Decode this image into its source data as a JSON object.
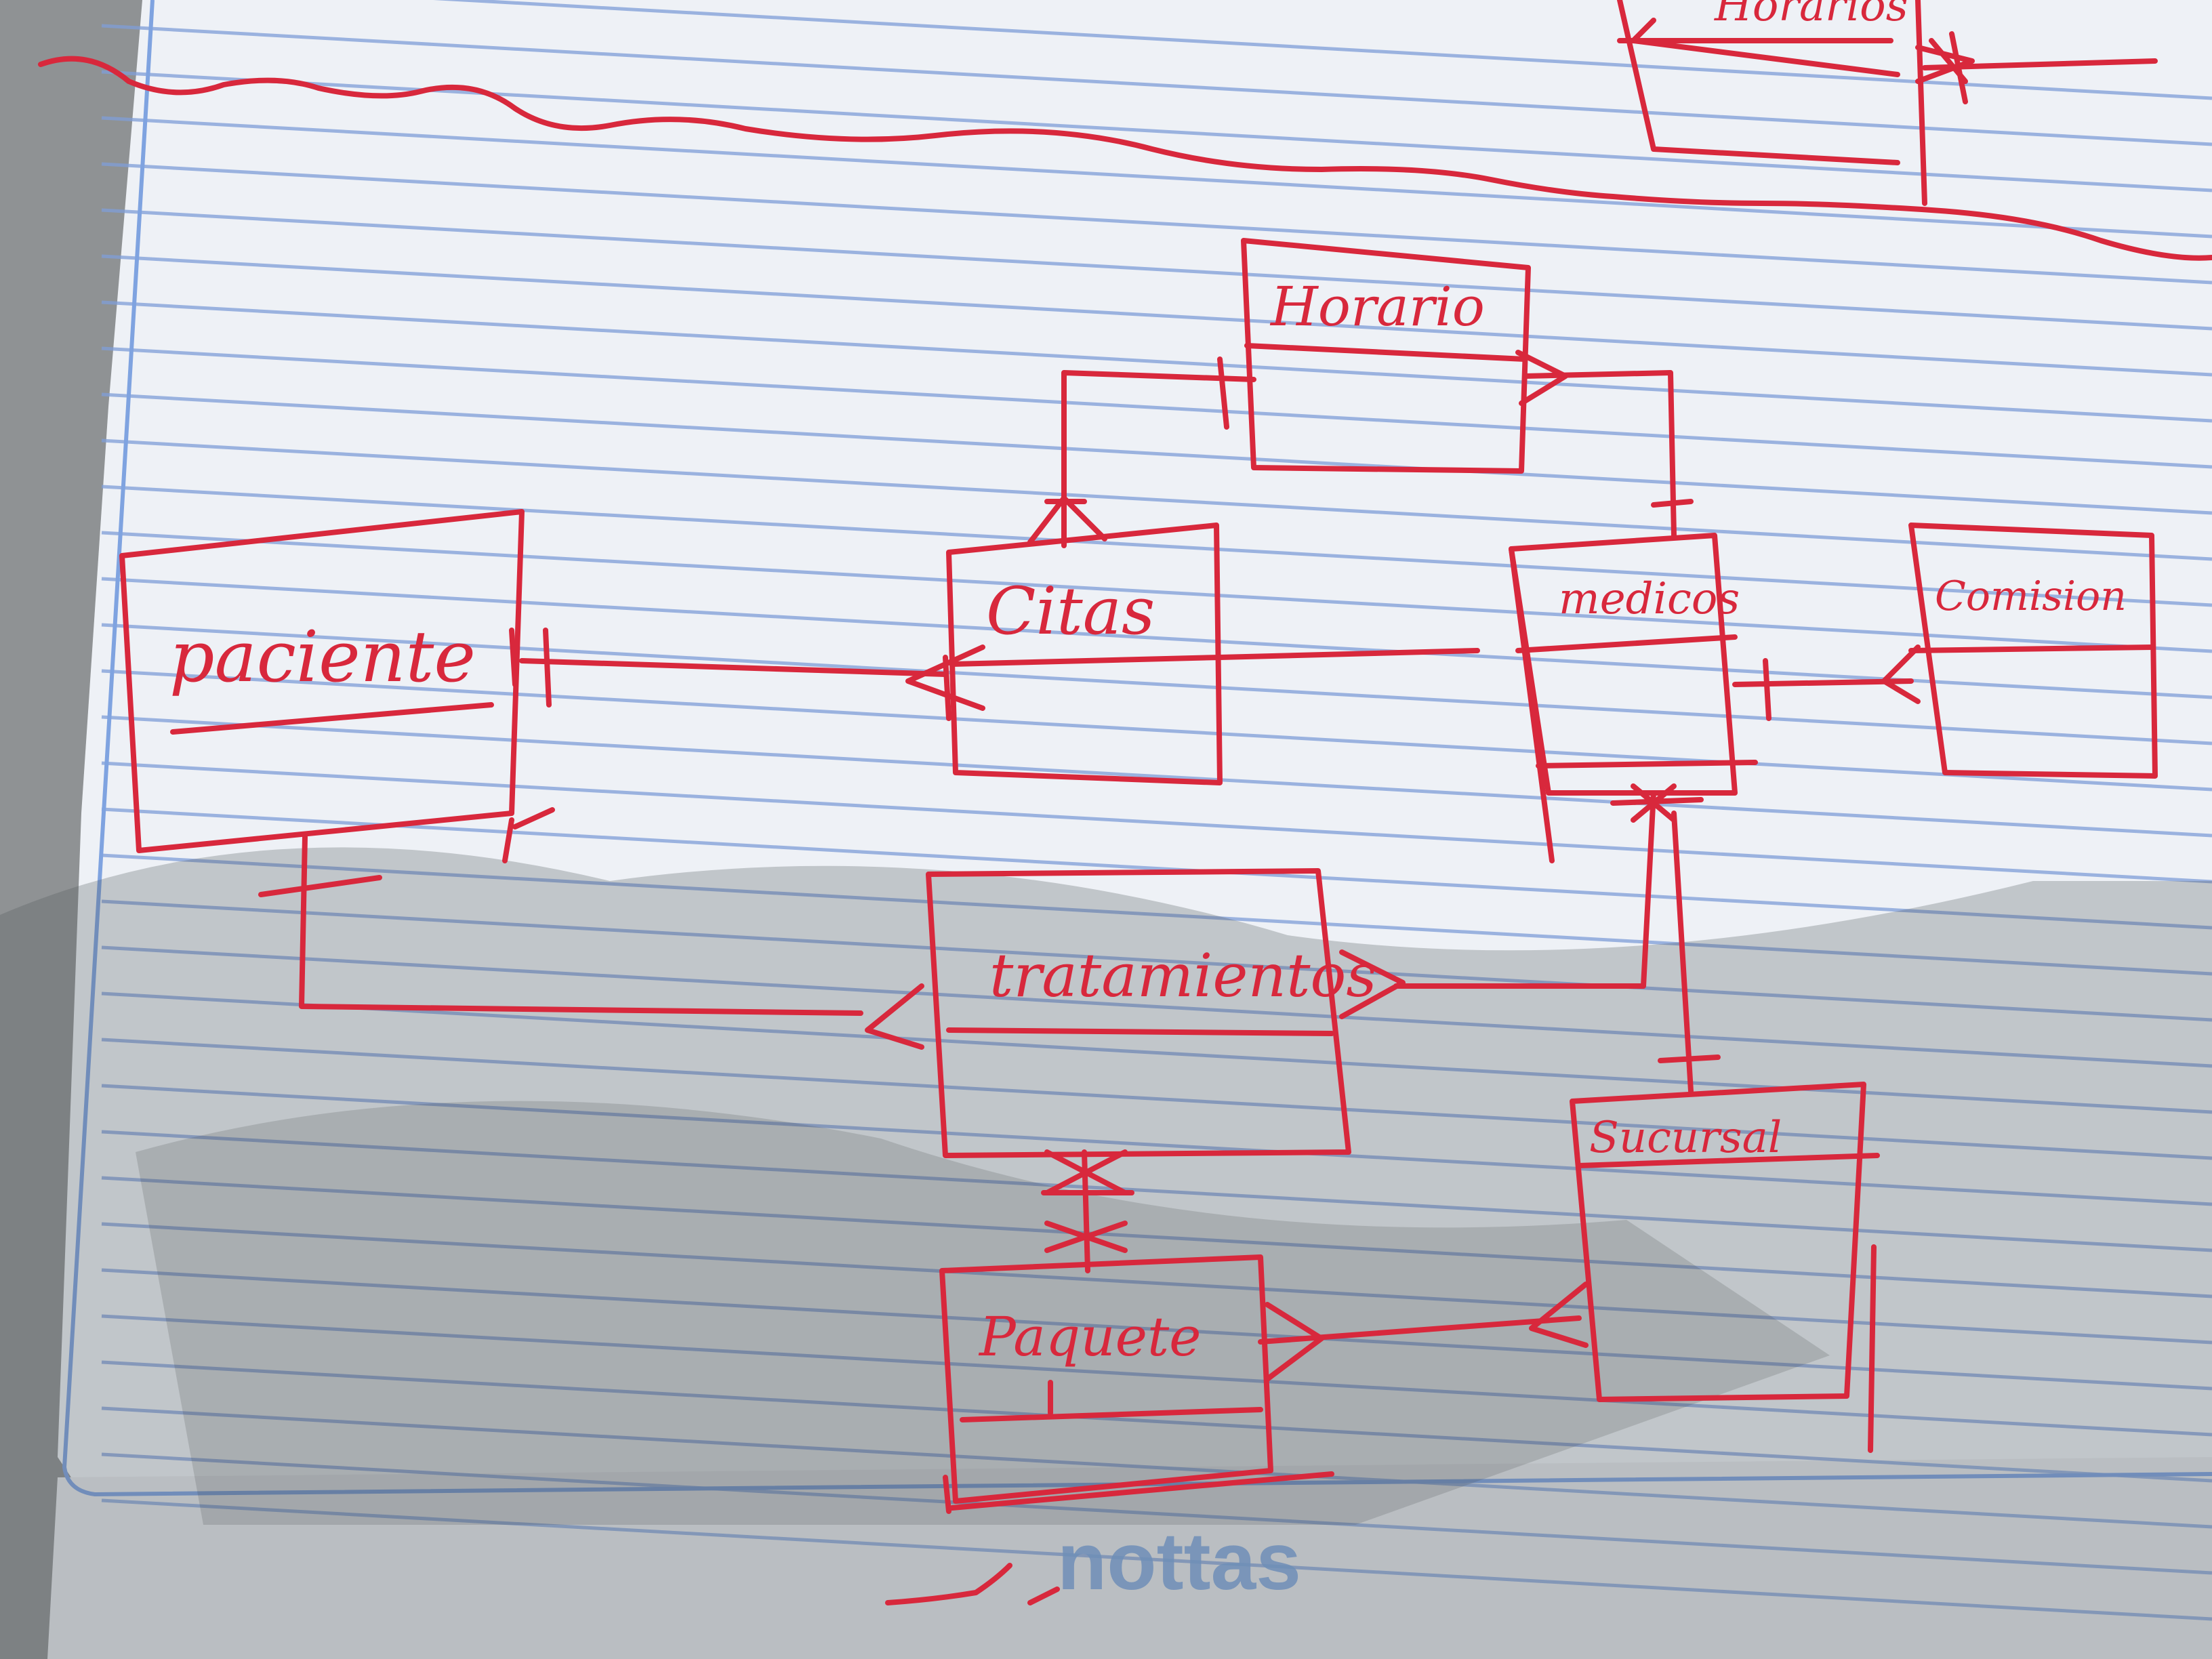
{
  "colors": {
    "paper": "#eef1f6",
    "rule": "#7f9ed8",
    "margin": "#7fa3e0",
    "ink": "#d8283c",
    "shadow": "#5e6366",
    "brand": "#6f8fb8"
  },
  "diagram": {
    "top_entity_label": "Horarios",
    "entities": [
      {
        "id": "horario",
        "label": "Horario"
      },
      {
        "id": "citas",
        "label": "Citas"
      },
      {
        "id": "medicos",
        "label": "medicos"
      },
      {
        "id": "comision",
        "label": "Comision"
      },
      {
        "id": "paciente",
        "label": "paciente"
      },
      {
        "id": "tratamiento",
        "label": "tratamientos"
      },
      {
        "id": "sucursal",
        "label": "Sucursal"
      },
      {
        "id": "paquete",
        "label": "Paquete"
      }
    ]
  },
  "notebook": {
    "brand": "nottas"
  }
}
